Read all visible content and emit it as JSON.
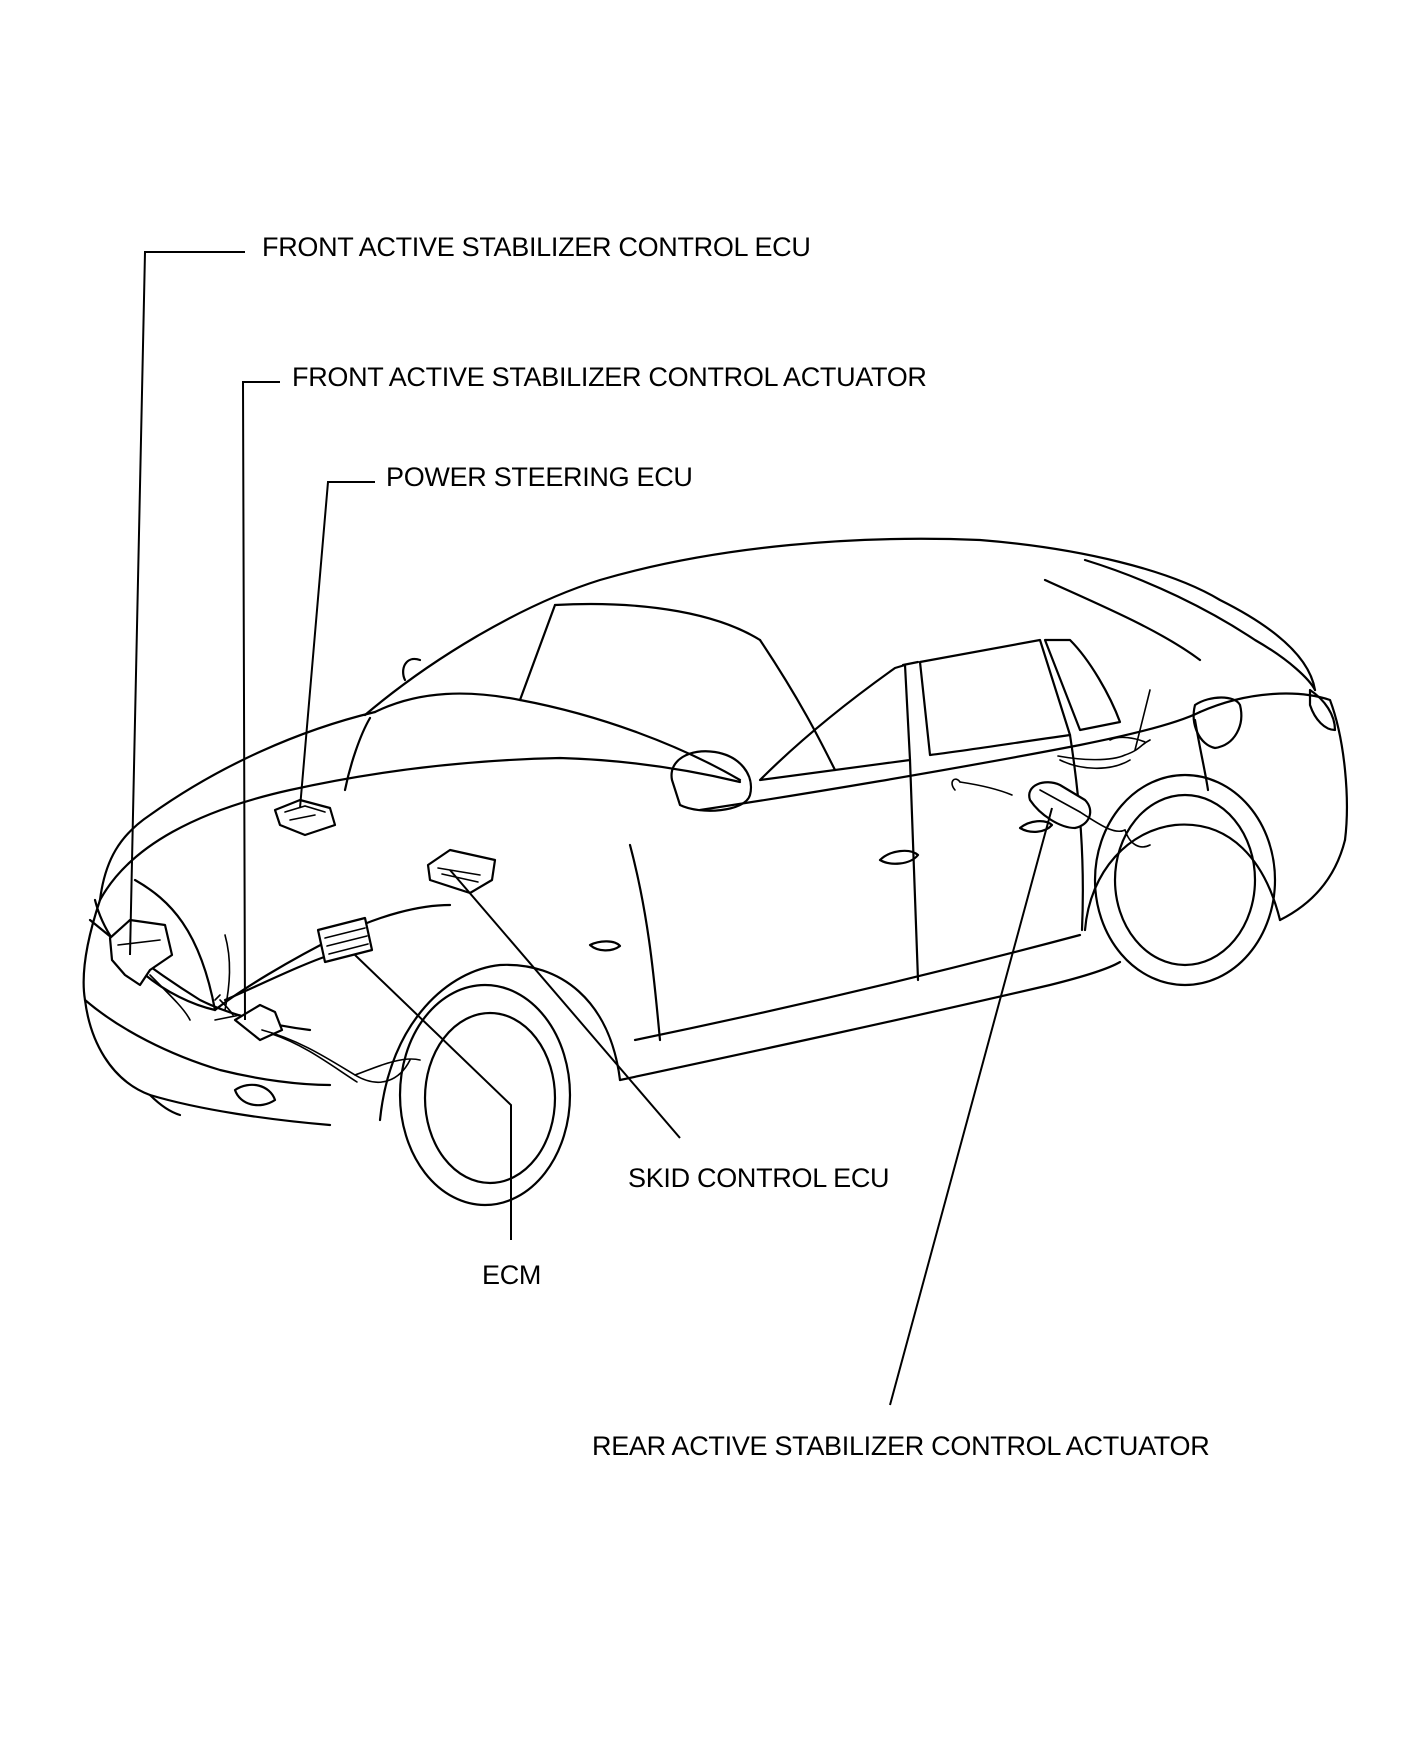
{
  "labels": {
    "front_ecu": "FRONT ACTIVE STABILIZER CONTROL ECU",
    "front_actuator": "FRONT ACTIVE STABILIZER CONTROL ACTUATOR",
    "power_steering_ecu": "POWER STEERING ECU",
    "skid_control_ecu": "SKID CONTROL ECU",
    "ecm": "ECM",
    "rear_actuator": "REAR ACTIVE STABILIZER CONTROL ACTUATOR"
  }
}
